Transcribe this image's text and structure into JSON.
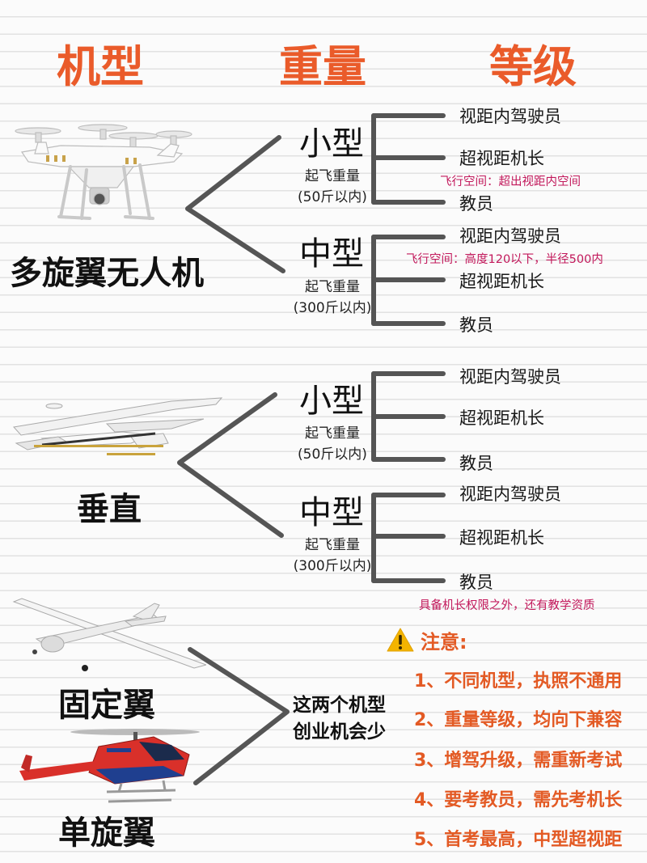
{
  "headers": {
    "model": "机型",
    "weight": "重量",
    "grade": "等级"
  },
  "groups": [
    {
      "name": "多旋翼无人机",
      "classes": [
        {
          "size": "小型",
          "sub1": "起飞重量",
          "sub2": "(50斤以内)",
          "levels": [
            "视距内驾驶员",
            "超视距机长",
            "教员"
          ]
        },
        {
          "size": "中型",
          "sub1": "起飞重量",
          "sub2": "(300斤以内)",
          "levels": [
            "视距内驾驶员",
            "超视距机长",
            "教员"
          ]
        }
      ],
      "notes": [
        "飞行空间：超出视距内空间",
        "飞行空间：高度120以下，半径500内"
      ]
    },
    {
      "name": "垂直",
      "classes": [
        {
          "size": "小型",
          "sub1": "起飞重量",
          "sub2": "(50斤以内)",
          "levels": [
            "视距内驾驶员",
            "超视距机长",
            "教员"
          ]
        },
        {
          "size": "中型",
          "sub1": "起飞重量",
          "sub2": "(300斤以内)",
          "levels": [
            "视距内驾驶员",
            "超视距机长",
            "教员"
          ]
        }
      ],
      "notes": [
        "具备机长权限之外，还有教学资质"
      ]
    }
  ],
  "bottom": {
    "fixed_wing": "固定翼",
    "single_rotor": "单旋翼",
    "startup_note_1": "这两个机型",
    "startup_note_2": "创业机会少"
  },
  "attention": {
    "title": "注意:",
    "icon": "warning-icon",
    "items": [
      "1、不同机型，执照不通用",
      "2、重量等级，均向下兼容",
      "3、增驾升级，需重新考试",
      "4、要考教员，需先考机长",
      "5、首考最高，中型超视距"
    ]
  },
  "colors": {
    "header": "#ea5b2a",
    "note": "#c2185b",
    "rule": "#e35a24",
    "warning": "#f4b400"
  }
}
